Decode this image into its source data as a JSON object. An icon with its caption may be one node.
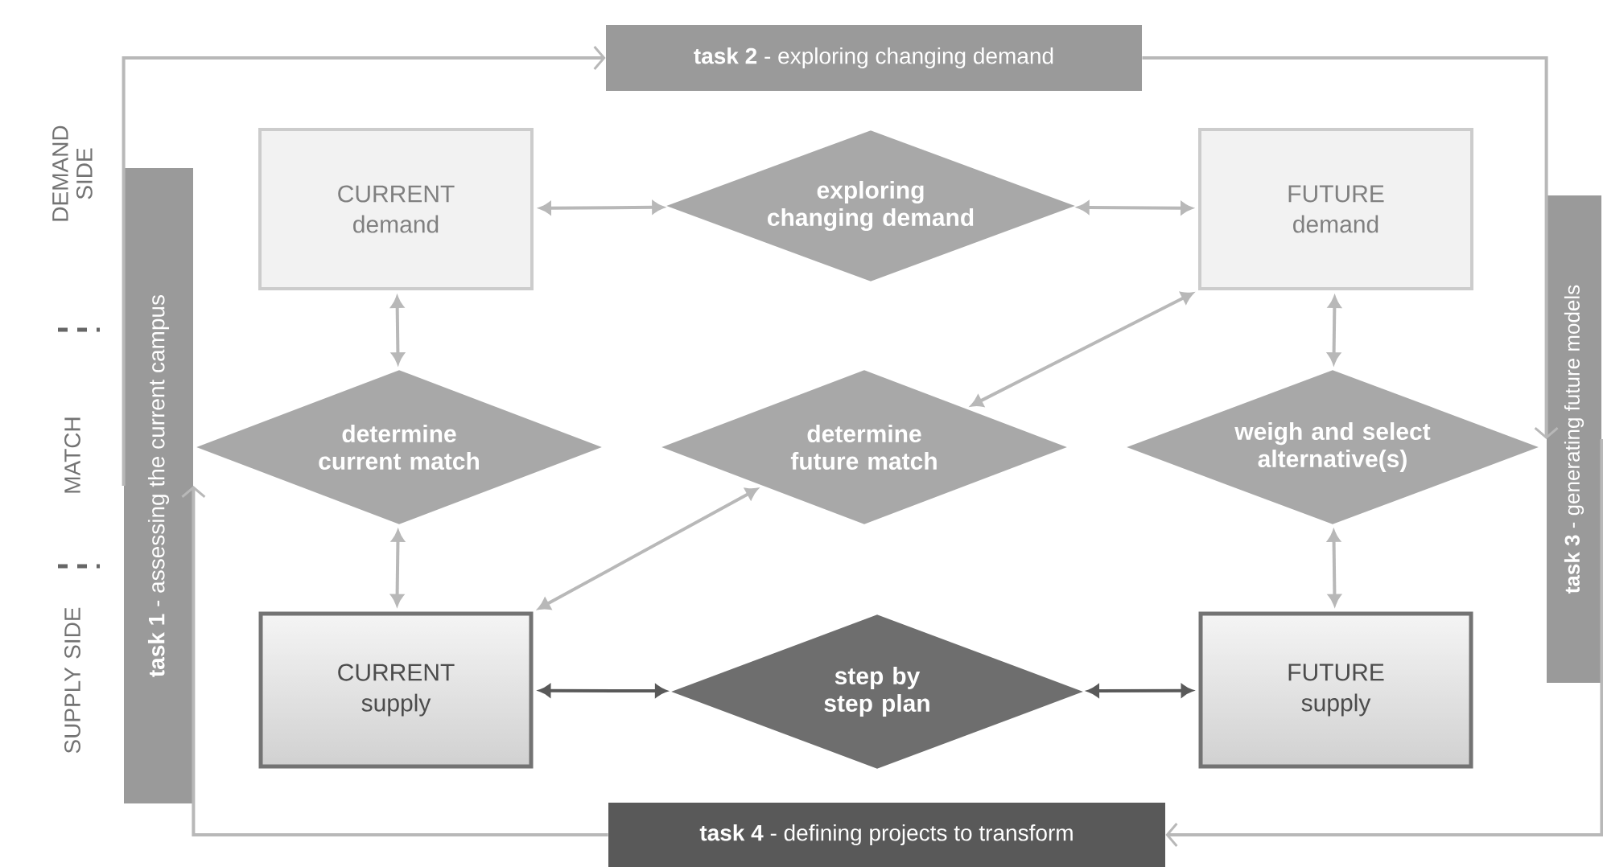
{
  "diagram": {
    "nodes": [
      {
        "text": [
          "**task 1** - assessing the current campus"
        ]
      },
      {
        "text": [
          "**task 2** - exploring changing demand"
        ]
      },
      {
        "text": [
          "**task 3** - generating future models"
        ]
      },
      {
        "text": [
          "**task 4** - defining projects to transform"
        ]
      },
      {
        "text": [
          "CURRENT demand"
        ]
      },
      {
        "text": [
          "exploring changing demand"
        ]
      },
      {
        "text": [
          "FUTURE demand"
        ]
      },
      {
        "text": [
          "determine current match"
        ]
      },
      {
        "text": [
          "determine future match"
        ]
      },
      {
        "text": [
          "weigh and select alternative(s)"
        ]
      },
      {
        "text": [
          "CURRENT supply"
        ]
      },
      {
        "text": [
          "step by step plan"
        ]
      },
      {
        "text": [
          "FUTURE supply"
        ]
      }
    ],
    "edges": [
      {
        "from": 0,
        "to": 1,
        "arrow": "to"
      },
      {
        "from": 1,
        "to": 2,
        "arrow": "to"
      },
      {
        "from": 2,
        "to": 3,
        "arrow": "to"
      },
      {
        "from": 3,
        "to": 0,
        "arrow": "to"
      },
      {
        "from": 4,
        "to": 5,
        "arrow": "both"
      },
      {
        "from": 5,
        "to": 6,
        "arrow": "both"
      },
      {
        "from": 4,
        "to": 7,
        "arrow": "both"
      },
      {
        "from": 7,
        "to": 10,
        "arrow": "both"
      },
      {
        "from": 10,
        "to": 8,
        "arrow": "both"
      },
      {
        "from": 8,
        "to": 6,
        "arrow": "both"
      },
      {
        "from": 6,
        "to": 9,
        "arrow": "both"
      },
      {
        "from": 9,
        "to": 12,
        "arrow": "both"
      },
      {
        "from": 10,
        "to": 11,
        "arrow": "both",
        "color": "#595959"
      },
      {
        "from": 11,
        "to": 12,
        "arrow": "both",
        "color": "#595959"
      }
    ],
    "labels": [
      "DEMAND SIDE",
      "MATCH",
      "SUPPLY SIDE"
    ]
  }
}
